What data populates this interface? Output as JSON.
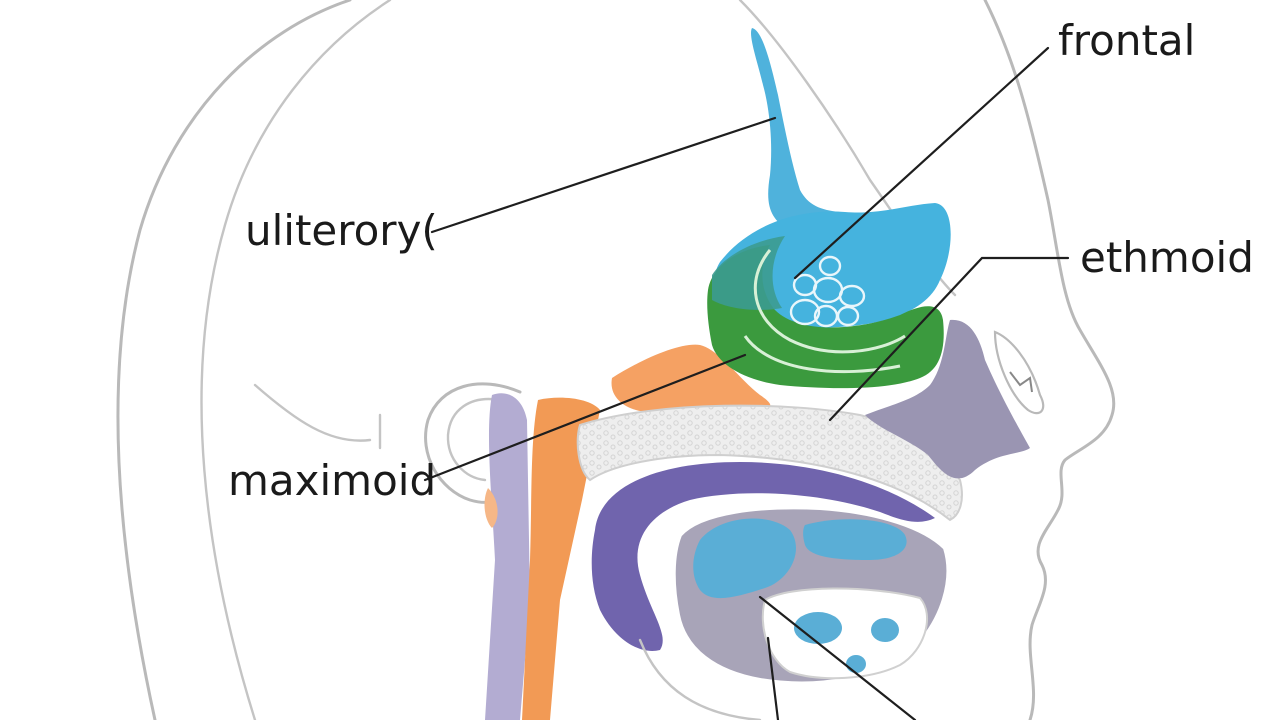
{
  "labels": {
    "frontal": "frontal",
    "ethmoid": "ethmoid",
    "uliterory": "uliterory(",
    "maximoid": "maximoid"
  },
  "colors": {
    "outline": "#b9b9b9",
    "olfactory_blue": "#46b4dd",
    "ethmoid_green": "#3e9a3a",
    "sphenoid_orange": "#f39c5b",
    "palate_purple": "#7467b0",
    "nasal_gray_purple": "#9c98b3",
    "bone_pattern": "#e6e6e6",
    "leader_line": "#1e1e1e"
  }
}
